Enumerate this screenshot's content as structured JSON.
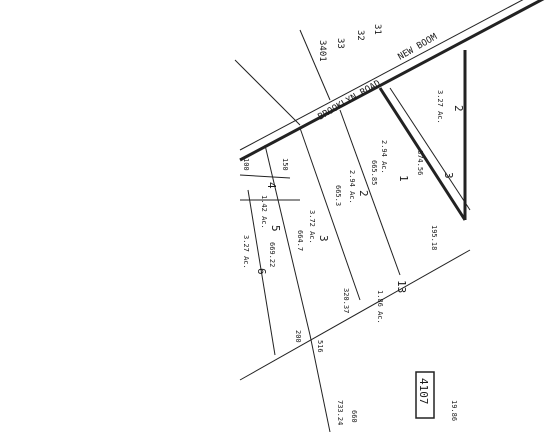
{
  "map": {
    "road_name": "BROOKLYN ROAD",
    "road_name_upper": "NEW BOOM",
    "block_number": "4107",
    "corner_text": "19.86",
    "parcels": [
      {
        "number": "1",
        "acreage": "2.94 Ac."
      },
      {
        "number": "2",
        "acreage": "2.94 Ac."
      },
      {
        "number": "3",
        "acreage": "3.72 Ac."
      },
      {
        "number": "4",
        "acreage": ""
      },
      {
        "number": "5",
        "acreage": "1.42 Ac."
      },
      {
        "number": "6",
        "acreage": "3.27 Ac."
      },
      {
        "number": "2",
        "acreage": "3.27 Ac."
      },
      {
        "number": "3",
        "acreage": ""
      },
      {
        "number": "13",
        "acreage": "1.86 Ac."
      }
    ],
    "upper_lots": [
      "3401",
      "33",
      "32",
      "31"
    ],
    "dimensions": [
      "665.85",
      "665.3",
      "664.7",
      "669.22",
      "874.56",
      "320.37",
      "200",
      "516",
      "150",
      "100",
      "195.18",
      "733.24",
      "660"
    ]
  }
}
